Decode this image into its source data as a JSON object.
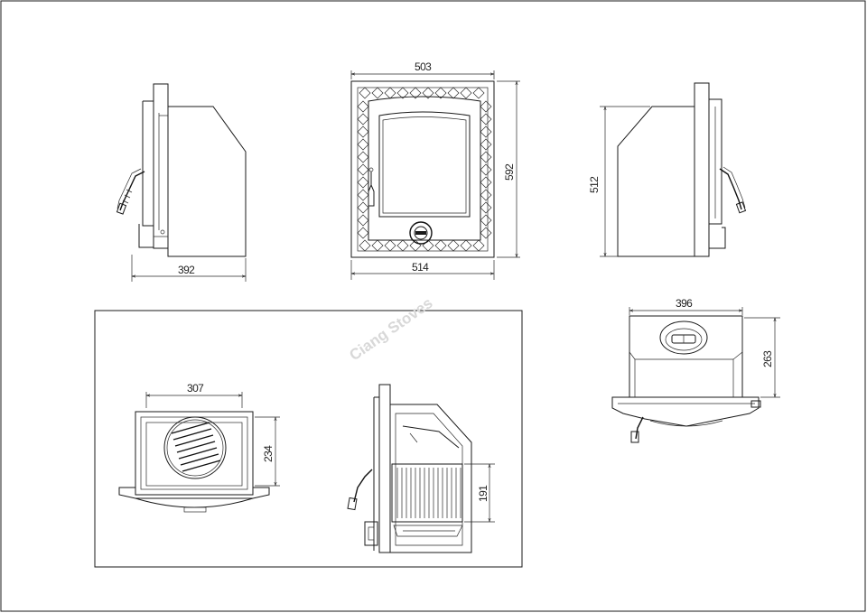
{
  "drawing": {
    "dimensions": {
      "side_left_depth": "392",
      "front_width_top": "503",
      "front_height": "592",
      "front_width_bottom": "514",
      "side_right_height": "512",
      "plan_width": "396",
      "plan_depth": "263",
      "firebox_width": "307",
      "firebox_height": "234",
      "section_grate_height": "191"
    },
    "watermark": "Ciang Stoves"
  }
}
